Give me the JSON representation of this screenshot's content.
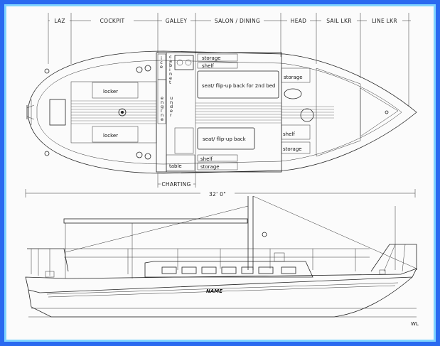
{
  "sections": [
    "LAZ",
    "COCKPIT",
    "GALLEY",
    "SALON / DINING",
    "HEAD",
    "SAIL LKR",
    "LINE LKR"
  ],
  "rooms": {
    "locker_top": "locker",
    "locker_bottom": "locker",
    "storage_top": "storage",
    "shelf_top": "shelf",
    "storage_right_top": "storage",
    "seat_top": "seat/ flip-up back for 2nd bed",
    "seat_bottom": "seat/ flip-up back",
    "shelf_right": "shelf",
    "storage_right_bottom": "storage",
    "shelf_bottom": "shelf",
    "storage_bottom": "storage",
    "table": "table",
    "ice": "ice",
    "cabinet": "cabinet",
    "engine": "engine",
    "under": "under"
  },
  "charting_label": "CHARTING",
  "length_label": "32' 0\"",
  "hull_name": "NAME",
  "waterline_label": "WL",
  "colors": {
    "frame": "#2a6af0",
    "border": "#7fd4ff",
    "paper": "#fbfbfb",
    "ink": "#222222"
  }
}
